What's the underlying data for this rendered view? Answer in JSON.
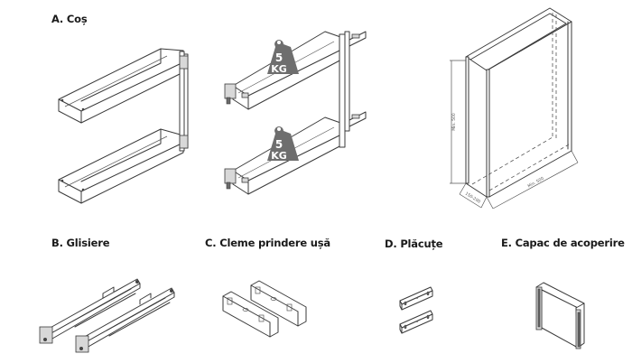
{
  "components": [
    {
      "id": "A",
      "label": "A. Coș",
      "icon": "two-tier-basket-drawing"
    },
    {
      "id": "B",
      "label": "B. Glisiere",
      "icon": "drawer-slides-drawing"
    },
    {
      "id": "C",
      "label": "C. Cleme prindere ușă",
      "icon": "door-clamps-drawing"
    },
    {
      "id": "D",
      "label": "D. Plăcuțe",
      "icon": "mounting-plates-drawing"
    },
    {
      "id": "E",
      "label": "E. Capac de acoperire",
      "icon": "cover-cap-drawing"
    }
  ],
  "load_badges": [
    {
      "value": "5",
      "unit": "KG"
    },
    {
      "value": "5",
      "unit": "KG"
    }
  ],
  "cabinet": {
    "height_label": "Min. 500",
    "depth_label": "150-200",
    "width_label": "Min. 500"
  },
  "colors": {
    "line": "#3a3a3a",
    "weight_badge": "#6e6e6e",
    "text": "#1a1a1a"
  }
}
